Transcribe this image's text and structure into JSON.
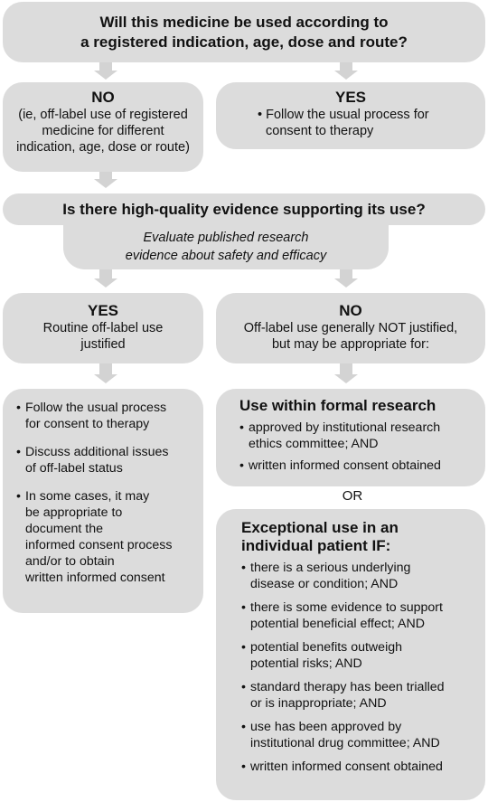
{
  "q1": {
    "line1": "Will this medicine be used according to",
    "line2": "a registered indication, age, dose and route?"
  },
  "no1": {
    "title": "NO",
    "lines": [
      "(ie, off-label use of registered",
      "medicine for different",
      "indication, age, dose or route)"
    ]
  },
  "yes1": {
    "title": "YES",
    "bullet_line1": "Follow the usual process for",
    "bullet_line2": "consent to therapy"
  },
  "q2": {
    "text": "Is there high-quality evidence supporting its use?"
  },
  "evaluate": {
    "line1": "Evaluate published research",
    "line2": "evidence about safety and efficacy"
  },
  "yes2": {
    "title": "YES",
    "line1": "Routine off-label use",
    "line2": "justified"
  },
  "no2": {
    "title": "NO",
    "line1": "Off-label use generally NOT justified,",
    "line2": "but may be appropriate for:"
  },
  "yes_actions": {
    "items": [
      [
        "Follow the usual process",
        "for consent to therapy"
      ],
      [
        "Discuss additional issues",
        "of off-label status"
      ],
      [
        "In some cases, it may",
        "be appropriate to",
        "document the",
        "informed consent process",
        "and/or to obtain",
        "written informed consent"
      ]
    ]
  },
  "research": {
    "title": "Use within formal research",
    "items": [
      [
        "approved by institutional research",
        "ethics committee; AND"
      ],
      [
        "written informed consent obtained"
      ]
    ]
  },
  "or_label": "OR",
  "exceptional": {
    "title_line1": "Exceptional use in an",
    "title_line2": "individual patient IF:",
    "items": [
      [
        "there is a serious underlying",
        "disease or condition; AND"
      ],
      [
        "there is some evidence to support",
        "potential beneficial effect; AND"
      ],
      [
        "potential benefits outweigh",
        "potential risks; AND"
      ],
      [
        "standard therapy has been trialled",
        "or is inappropriate; AND"
      ],
      [
        "use has been approved by",
        "institutional drug committee; AND"
      ],
      [
        "written informed consent obtained"
      ]
    ]
  }
}
